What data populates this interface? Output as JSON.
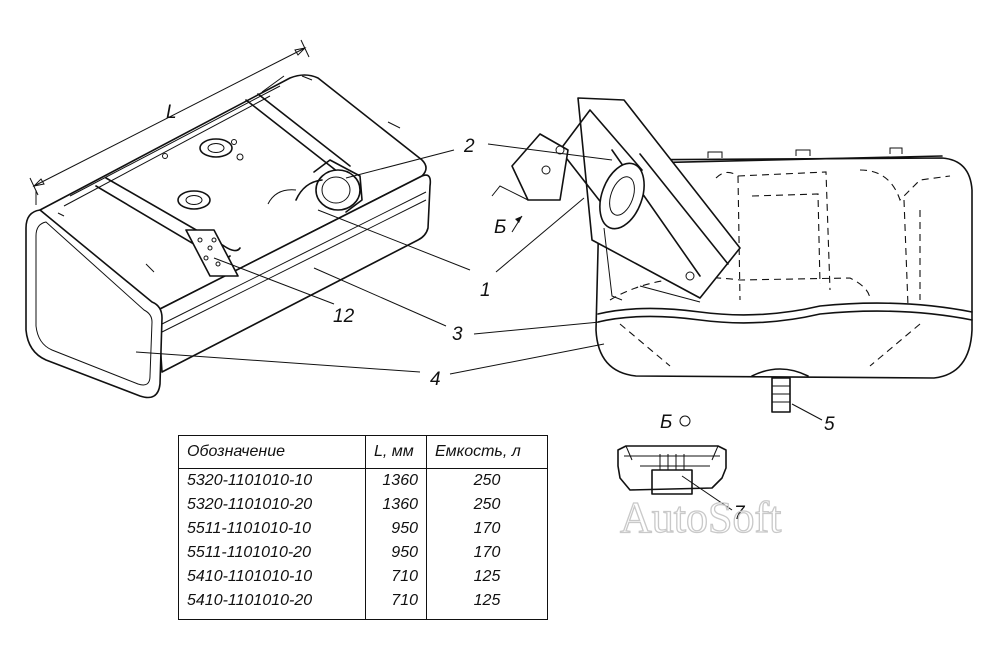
{
  "callouts": {
    "dim_L": "L",
    "n1": "1",
    "n2": "2",
    "n3": "3",
    "n4": "4",
    "n5": "5",
    "n7": "7",
    "n12": "12",
    "view_arrow": "Б",
    "view_label": "Б"
  },
  "watermark": "AutoSoft",
  "table": {
    "headers": [
      "Обозначение",
      "L, мм",
      "Емкость, л"
    ],
    "rows": [
      [
        "5320-1101010-10",
        "1360",
        "250"
      ],
      [
        "5320-1101010-20",
        "1360",
        "250"
      ],
      [
        "5511-1101010-10",
        "950",
        "170"
      ],
      [
        "5511-1101010-20",
        "950",
        "170"
      ],
      [
        "5410-1101010-10",
        "710",
        "125"
      ],
      [
        "5410-1101010-20",
        "710",
        "125"
      ]
    ]
  }
}
